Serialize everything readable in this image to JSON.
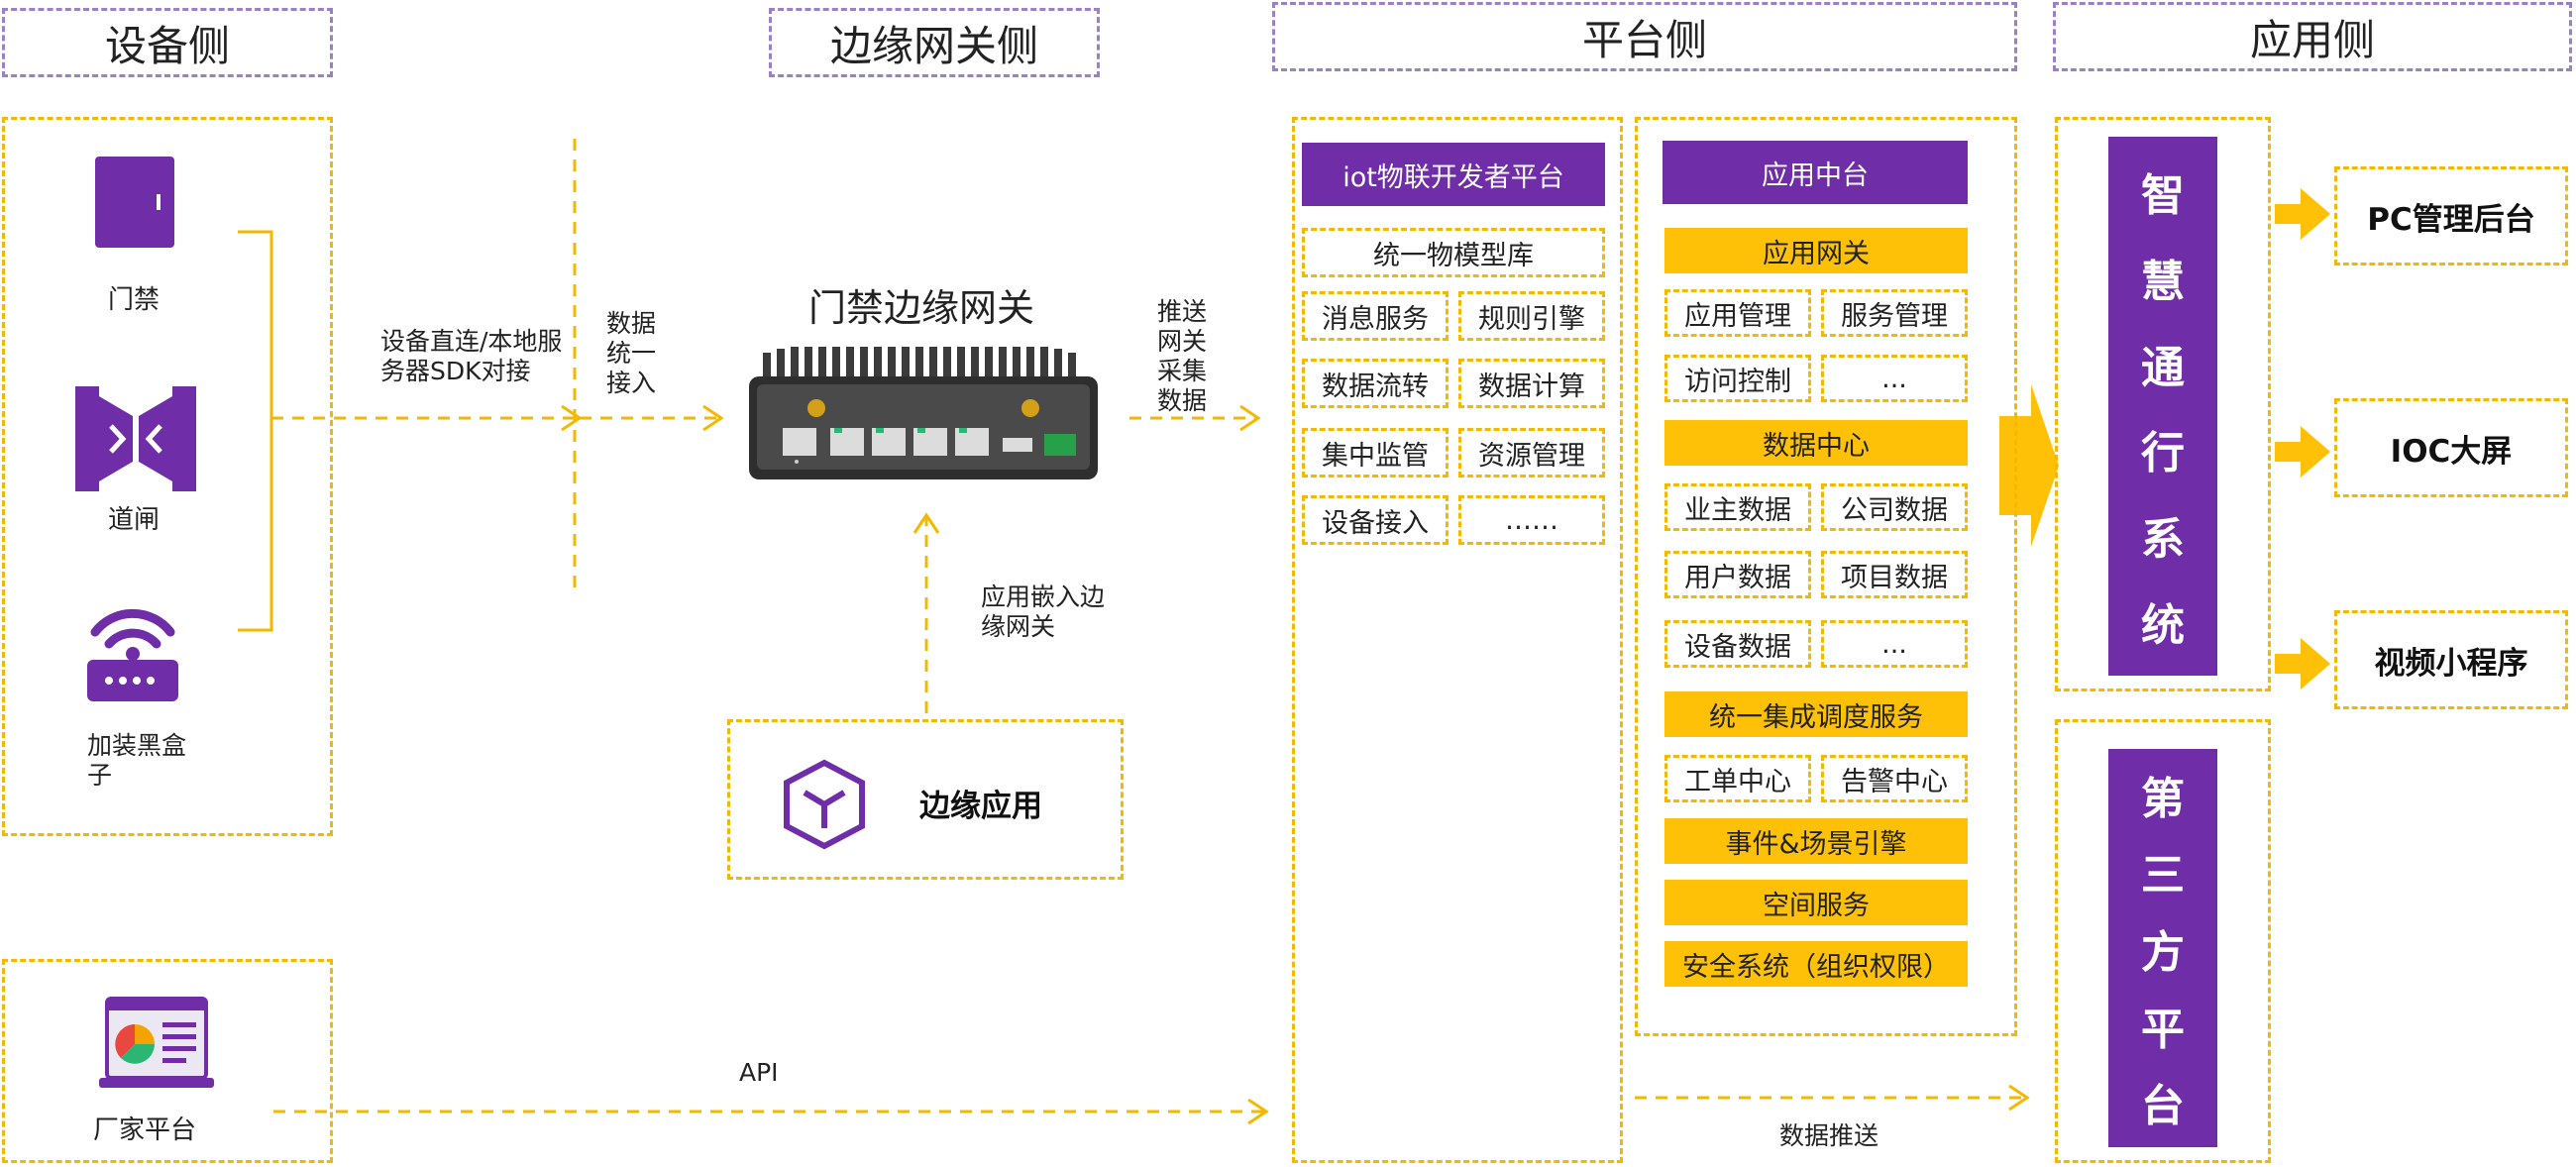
{
  "headers": {
    "device_side": "设备侧",
    "edge_side": "边缘网关侧",
    "platform_side": "平台侧",
    "app_side": "应用侧"
  },
  "devices": {
    "access_control": "门禁",
    "gate": "道闸",
    "blackbox": "加装黑盒子",
    "vendor_platform": "厂家平台"
  },
  "flows": {
    "direct_connect": "设备直连/本地服务器SDK对接",
    "unified_access": "数据统一接入",
    "push_gateway": "推送网关采集数据",
    "embed_app": "应用嵌入边缘网关",
    "api": "API",
    "data_push": "数据推送"
  },
  "edge": {
    "gateway_title": "门禁边缘网关",
    "edge_app": "边缘应用"
  },
  "iot": {
    "title": "iot物联开发者平台",
    "model_lib": "统一物模型库",
    "items": [
      "消息服务",
      "规则引擎",
      "数据流转",
      "数据计算",
      "集中监管",
      "资源管理",
      "设备接入",
      "……"
    ]
  },
  "app_center": {
    "title": "应用中台",
    "gateway": "应用网关",
    "gateway_items": [
      "应用管理",
      "服务管理",
      "访问控制",
      "..."
    ],
    "data_center": "数据中心",
    "data_items": [
      "业主数据",
      "公司数据",
      "用户数据",
      "项目数据",
      "设备数据",
      "..."
    ],
    "dispatch": "统一集成调度服务",
    "dispatch_items": [
      "工单中心",
      "告警中心"
    ],
    "event_engine": "事件&场景引擎",
    "space": "空间服务",
    "security": "安全系统（组织权限）"
  },
  "apps": {
    "smart_system": "智慧通行系统",
    "third_party": "第三方平台",
    "pc_admin": "PC管理后台",
    "ioc": "IOC大屏",
    "video_mini": "视频小程序"
  },
  "colors": {
    "purple": "#6f2da8",
    "yellow": "#ffc107",
    "dash_purple": "#9b7fc7"
  }
}
